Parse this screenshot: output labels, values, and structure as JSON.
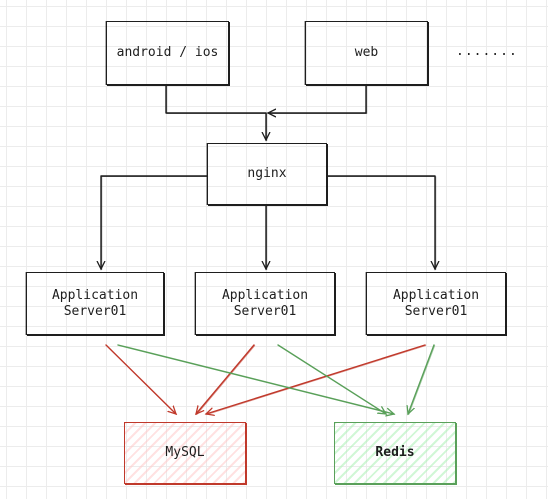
{
  "nodes": {
    "android_ios": "android / ios",
    "web": "web",
    "more": ".......",
    "nginx": "nginx",
    "app1": "Application\nServer01",
    "app2": "Application\nServer01",
    "app3": "Application\nServer01",
    "mysql": "MySQL",
    "redis": "Redis"
  },
  "colors": {
    "ink": "#1e1e1e",
    "mysql_edges": "#c0392b",
    "redis_edges": "#5aa05a"
  },
  "edges": [
    {
      "from": "android_ios",
      "to": "nginx",
      "color": "ink"
    },
    {
      "from": "web",
      "to": "nginx",
      "color": "ink"
    },
    {
      "from": "nginx",
      "to": "app1",
      "color": "ink"
    },
    {
      "from": "nginx",
      "to": "app2",
      "color": "ink"
    },
    {
      "from": "nginx",
      "to": "app3",
      "color": "ink"
    },
    {
      "from": "app1",
      "to": "mysql",
      "color": "mysql_edges"
    },
    {
      "from": "app2",
      "to": "mysql",
      "color": "mysql_edges"
    },
    {
      "from": "app3",
      "to": "mysql",
      "color": "mysql_edges"
    },
    {
      "from": "app1",
      "to": "redis",
      "color": "redis_edges"
    },
    {
      "from": "app2",
      "to": "redis",
      "color": "redis_edges"
    },
    {
      "from": "app3",
      "to": "redis",
      "color": "redis_edges"
    }
  ]
}
